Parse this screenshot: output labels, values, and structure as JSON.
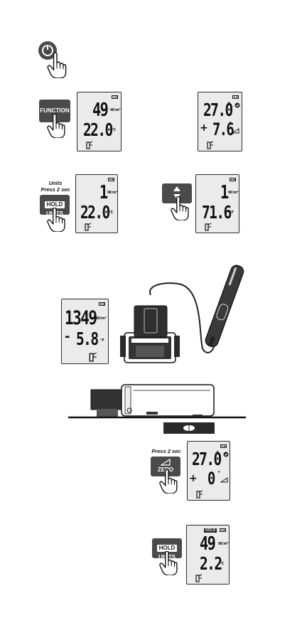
{
  "colors": {
    "button": "#4a4a4a",
    "lcd": "#ecebea",
    "outline": "#2b2b2b"
  },
  "step_power": {
    "icon": "power-icon"
  },
  "step_function": {
    "button_label": "FUNCTION",
    "display_a": {
      "top": "49",
      "top_unit": "W/m²",
      "bottom": "22.0",
      "bottom_unit": "°C"
    },
    "display_b": {
      "sign": "+",
      "top": "27.0",
      "top_unit": "°",
      "bottom": "7.6",
      "bottom_unit": "°"
    }
  },
  "step_units": {
    "caption_line1": "Units",
    "caption_line2": "Press 2 sec",
    "hold_label": "HOLD",
    "units_label": "UNITS",
    "display_a": {
      "top": "1",
      "top_unit": "W/m²",
      "bottom": "22.0",
      "bottom_unit": "°C"
    },
    "display_b": {
      "top": "1",
      "top_unit": "W/m²",
      "bottom": "71.6",
      "bottom_unit": "°F"
    }
  },
  "step_probe": {
    "display": {
      "top": "1349",
      "top_unit": "W/m²",
      "sign": "-",
      "bottom": "5.8",
      "bottom_unit": "°F"
    }
  },
  "step_zero": {
    "caption": "Press 2 sec",
    "zero_label": "ZERO",
    "display": {
      "sign": "+",
      "top": "27.0",
      "top_unit": "°",
      "bottom": "0",
      "bottom_unit": "°"
    }
  },
  "step_hold": {
    "hold_label": "HOLD",
    "units_label": "UNITS",
    "display": {
      "badge": "HOLD",
      "top": "49",
      "top_unit": "W/m²",
      "bottom": "2.2",
      "bottom_unit": "°C"
    }
  }
}
